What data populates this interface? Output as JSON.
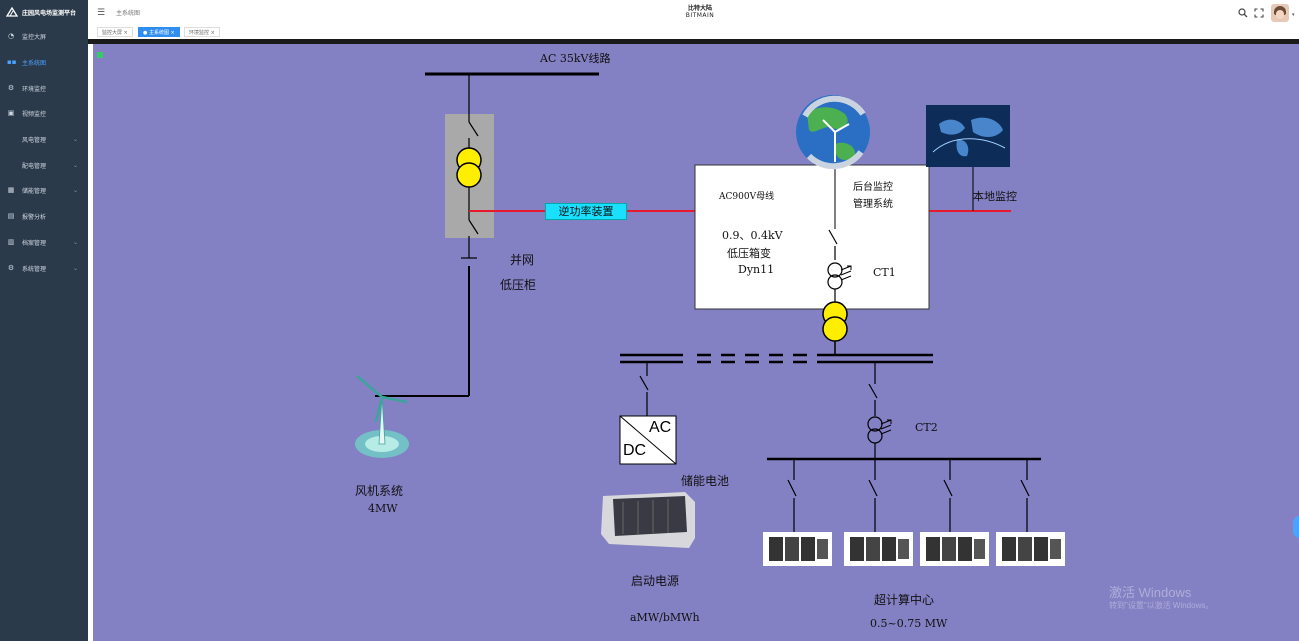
{
  "app": {
    "title": "庄园风电场监测平台"
  },
  "sidebar": {
    "items": [
      {
        "label": "监控大屏",
        "icon": "gauge-icon"
      },
      {
        "label": "主系统图",
        "icon": "diagram-icon",
        "active": true
      },
      {
        "label": "环境监控",
        "icon": "gear-icon"
      },
      {
        "label": "视频监控",
        "icon": "video-icon"
      },
      {
        "label": "风电管理",
        "sub": true
      },
      {
        "label": "配电管理",
        "sub": true
      },
      {
        "label": "储能管理",
        "icon": "battery-icon"
      },
      {
        "label": "报警分析",
        "icon": "alarm-icon"
      },
      {
        "label": "档案管理",
        "icon": "archive-icon"
      },
      {
        "label": "系统管理",
        "icon": "settings-icon"
      }
    ]
  },
  "header": {
    "breadcrumb": "主系统图",
    "logo_cn": "比特大陆",
    "logo_en": "BITMAIN"
  },
  "tabs": [
    {
      "label": "监控大屏"
    },
    {
      "label": "主系统图",
      "active": true
    },
    {
      "label": "环境监控"
    }
  ],
  "diagram": {
    "ac_line": "AC 35kV线路",
    "reverse_power": "逆功率装置",
    "grid_cabinet_1": "并网",
    "grid_cabinet_2": "低压柜",
    "ac900v_bus": "AC900V母线",
    "backend_1": "后台监控",
    "backend_2": "管理系统",
    "local_monitor": "本地监控",
    "box_transformer_1": "0.9、0.4kV",
    "box_transformer_2": "低压箱变",
    "box_transformer_3": "Dyn11",
    "ct1": "CT1",
    "ct2": "CT2",
    "ac": "AC",
    "dc": "DC",
    "storage_battery": "储能电池",
    "wind_system_1": "风机系统",
    "wind_system_2": "4MW",
    "start_power_1": "启动电源",
    "start_power_2": "aMW/bMWh",
    "supercomputer_1": "超计算中心",
    "supercomputer_2": "0.5~0.75 MW",
    "watermark_1": "激活 Windows",
    "watermark_2": "转到\"设置\"以激活 Windows。"
  },
  "colors": {
    "sidebar_bg": "#2b3a4a",
    "canvas_bg": "#8480c4",
    "red_line": "#e8192c",
    "transformer_yellow": "#ffee00",
    "reverse_power_bg": "#19e0ff",
    "accent": "#2f8ef0"
  }
}
